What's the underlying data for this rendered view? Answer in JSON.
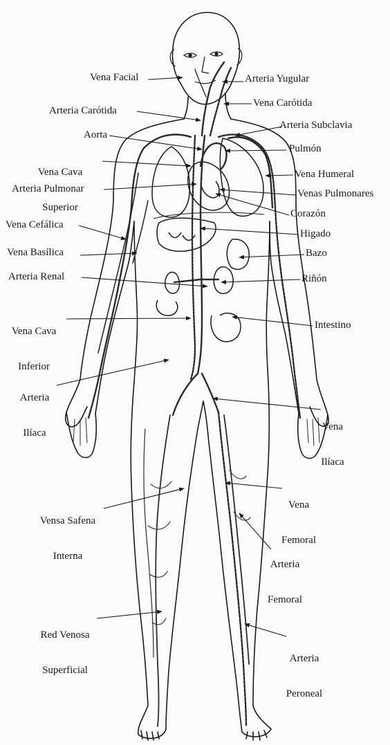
{
  "labels": {
    "vena_facial": "Vena Facial",
    "arteria_yugular": "Arteria Yugular",
    "arteria_carotida": "Arteria Carótida",
    "vena_carotida": "Vena Carótida",
    "aorta": "Aorta",
    "arteria_subclavia": "Arteria Subclavia",
    "vena_cava_superior_1": "Vena Cava",
    "vena_cava_superior_2": "Superior",
    "pulmon": "Pulmón",
    "vena_humeral": "Vena Humeral",
    "arteria_pulmonar": "Arteria Pulmonar",
    "venas_pulmonares": "Venas Pulmonares",
    "corazon": "Corazón",
    "vena_cefalica": "Vena Cefálica",
    "higado": "Higado",
    "vena_basilica": "Vena Basílica",
    "bazo": "Bazo",
    "arteria_renal": "Arteria Renal",
    "rinon": "Riñón",
    "vena_cava_inferior_1": "Vena Cava",
    "vena_cava_inferior_2": "Inferior",
    "intestino": "Intestino",
    "arteria_iliaca_1": "Arteria",
    "arteria_iliaca_2": "Ilíaca",
    "vena_iliaca_1": "Vena",
    "vena_iliaca_2": "Ilíaca",
    "vena_femoral_1": "Vena",
    "vena_femoral_2": "Femoral",
    "vensa_safena_1": "Vensa Safena",
    "vensa_safena_2": "Interna",
    "arteria_femoral_1": "Arteria",
    "arteria_femoral_2": "Femoral",
    "red_venosa_1": "Red Venosa",
    "red_venosa_2": "Superficial",
    "arteria_peroneal_1": "Arteria",
    "arteria_peroneal_2": "Peroneal"
  },
  "colors": {
    "ink": "#1a1a1a",
    "artery": "#2b2b2b",
    "vein": "#3a3a3a",
    "paper": "#fbfbfb"
  }
}
